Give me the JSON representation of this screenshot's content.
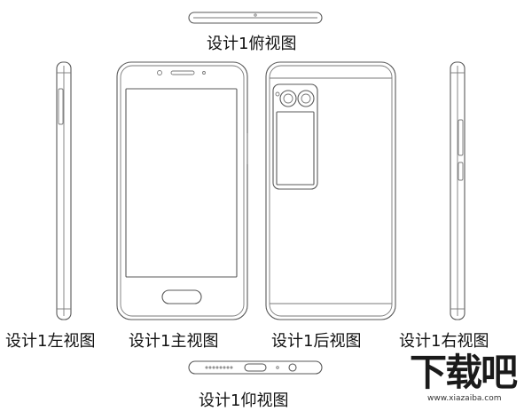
{
  "labels": {
    "top_view": "设计1俯视图",
    "left_view": "设计1左视图",
    "front_view": "设计1主视图",
    "back_view": "设计1后视图",
    "right_view": "设计1右视图",
    "bottom_view": "设计1仰视图"
  },
  "watermark": {
    "text": "下载吧",
    "url": "www.xiazaiba.com"
  },
  "colors": {
    "line": "#5a5a5a",
    "text": "#111111",
    "watermark": "#222222"
  }
}
